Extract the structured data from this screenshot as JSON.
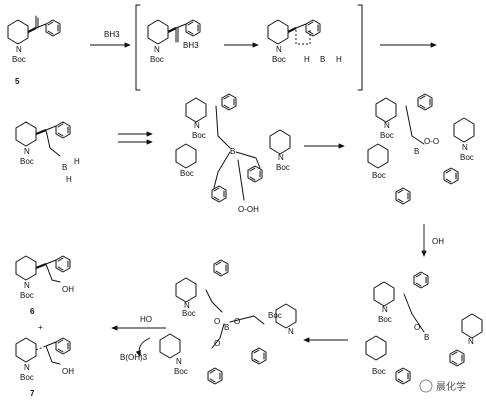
{
  "reagents": {
    "bh3": "BH3",
    "oh": "OH",
    "hydroxide": "HO",
    "boric_acid": "B(OH)3"
  },
  "compounds": {
    "start": "5",
    "product_a": "6",
    "product_b": "7",
    "plus": "+"
  },
  "atoms": {
    "n": "N",
    "boc": "Boc",
    "b": "B",
    "h": "H",
    "o": "O",
    "oh": "OH",
    "ooh": "O-OH",
    "oo": "O-O",
    "bh3_adduct": "BH3"
  },
  "watermark": "晨化学"
}
